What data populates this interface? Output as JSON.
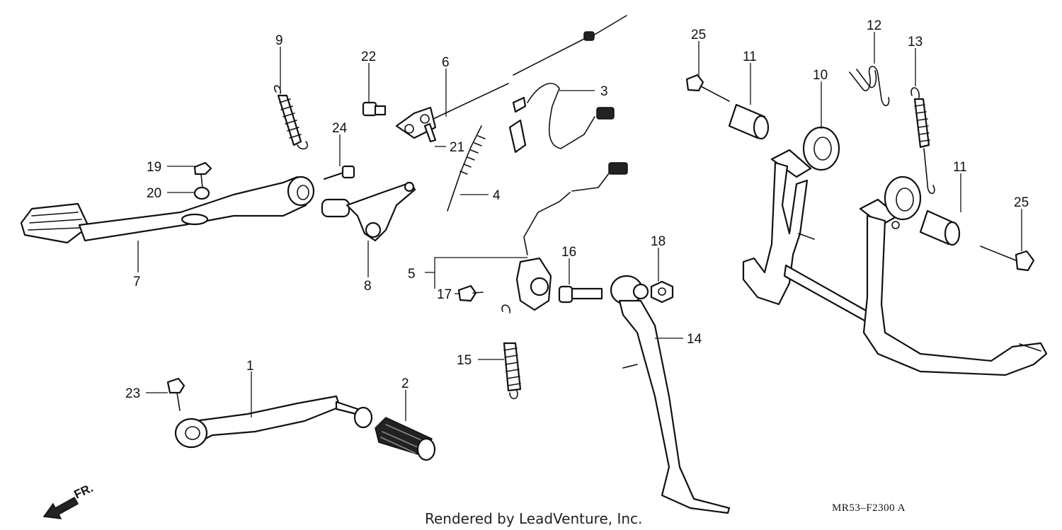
{
  "callouts": {
    "c1": "1",
    "c2": "2",
    "c3": "3",
    "c4": "4",
    "c5": "5",
    "c6": "6",
    "c7": "7",
    "c8": "8",
    "c9": "9",
    "c10": "10",
    "c11a": "11",
    "c11b": "11",
    "c12": "12",
    "c13": "13",
    "c14": "14",
    "c15": "15",
    "c16": "16",
    "c17": "17",
    "c18": "18",
    "c19": "19",
    "c20": "20",
    "c21": "21",
    "c22": "22",
    "c23": "23",
    "c24": "24",
    "c25a": "25",
    "c25b": "25"
  },
  "direction_label": "FR.",
  "footer_text": "Rendered by LeadVenture, Inc.",
  "diagram_code": "MR53–F2300 A"
}
